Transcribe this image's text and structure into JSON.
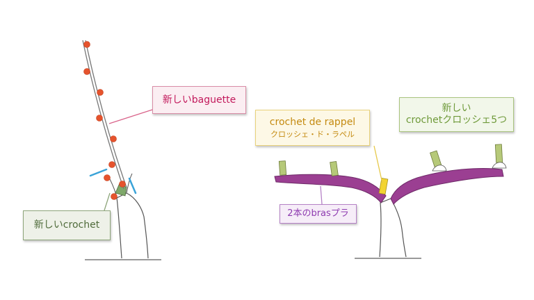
{
  "labels": {
    "new_baguette": "新しいbaguette",
    "new_crochet": "新しいcrochet",
    "rappel_line1": "crochet de rappel",
    "rappel_line2": "クロッシェ・ド・ラペル",
    "two_bras": "2本のbrasプラ",
    "new_crochets_line1": "新しい",
    "new_crochets_line2": "crochetクロッシェ5つ"
  },
  "colors": {
    "bud": "#e5532d",
    "arm": "#9b3f92",
    "spur": "#b6c979",
    "cut_mark": "#3aa3d8",
    "callout_baguette": "#d9638a",
    "callout_rappel": "#e6c94a",
    "callout_crochet": "#8ea57a"
  }
}
